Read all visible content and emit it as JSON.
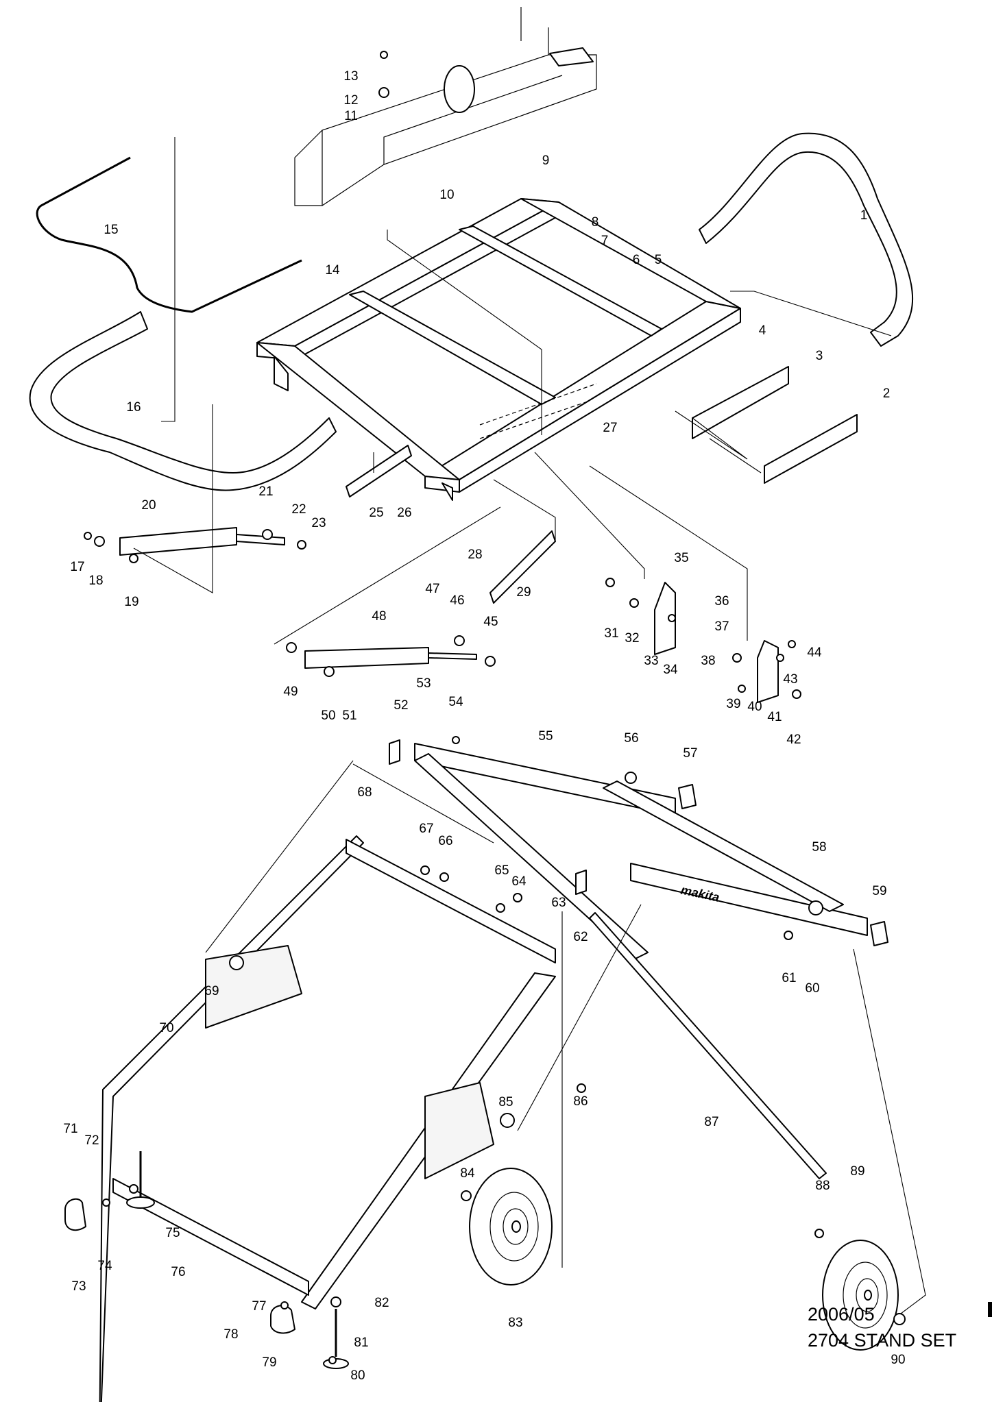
{
  "footer": {
    "date": "2006/05",
    "title": "2704 STAND SET"
  },
  "brand_label": "makita",
  "part_numbers": [
    "1",
    "2",
    "3",
    "4",
    "5",
    "6",
    "7",
    "8",
    "9",
    "10",
    "11",
    "12",
    "13",
    "14",
    "15",
    "16",
    "17",
    "18",
    "19",
    "20",
    "21",
    "22",
    "23",
    "25",
    "26",
    "27",
    "28",
    "29",
    "31",
    "32",
    "33",
    "34",
    "35",
    "36",
    "37",
    "38",
    "39",
    "40",
    "41",
    "42",
    "43",
    "44",
    "45",
    "46",
    "47",
    "48",
    "49",
    "50",
    "51",
    "52",
    "53",
    "54",
    "55",
    "56",
    "57",
    "58",
    "59",
    "60",
    "61",
    "62",
    "63",
    "64",
    "65",
    "66",
    "67",
    "68",
    "69",
    "70",
    "71",
    "72",
    "73",
    "74",
    "75",
    "76",
    "77",
    "78",
    "79",
    "80",
    "81",
    "82",
    "83",
    "84",
    "85",
    "86",
    "87",
    "88",
    "89",
    "90"
  ]
}
